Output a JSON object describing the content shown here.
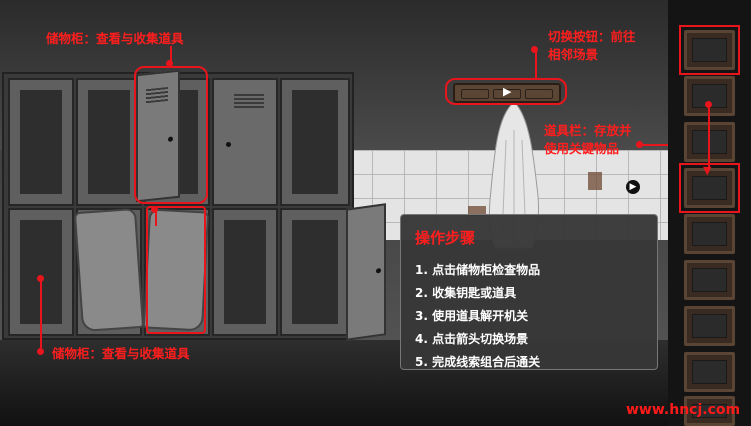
{
  "annotations": {
    "locker_top": "储物柜：查看与收集道具",
    "locker_bottom": "储物柜：查看与收集道具",
    "switch_button": "切换按钮：前往相邻场景",
    "inventory": "道具栏：存放并使用关键物品"
  },
  "panel": {
    "title": "操作步骤",
    "steps": [
      "1. 点击储物柜检查物品",
      "2. 收集钥匙或道具",
      "3. 使用道具解开机关",
      "4. 点击箭头切换场景",
      "5. 完成线索组合后通关"
    ]
  },
  "inventory": {
    "slot_count": 9,
    "selected_slot": 4
  },
  "watermark": "www.hncj.com",
  "colors": {
    "annotation": "#e8151c",
    "panel_bg": "#373737",
    "slot_frame": "#5a4535"
  },
  "icons": [
    "play-icon",
    "arrow-down-icon"
  ]
}
